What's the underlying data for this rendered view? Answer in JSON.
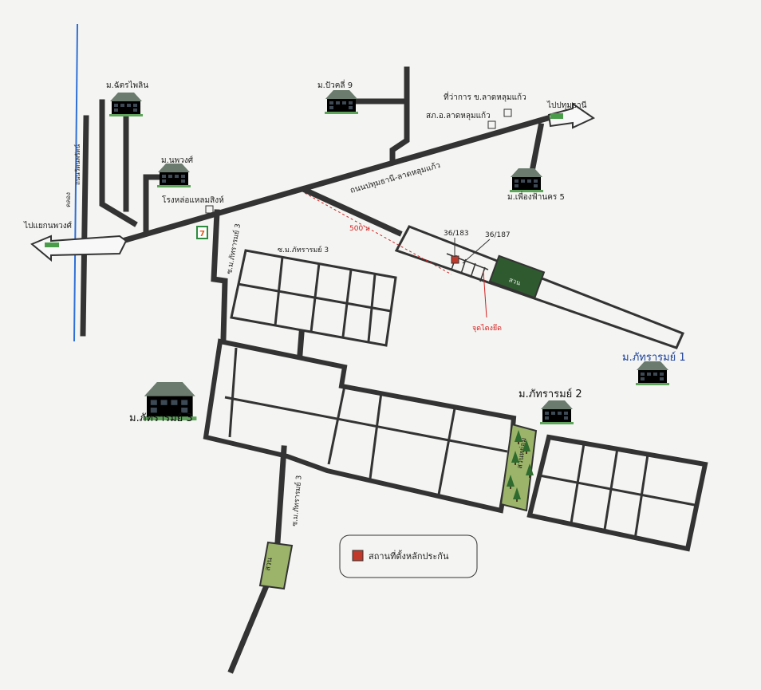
{
  "labels": {
    "m_chatchai": "ม.ฉัตรไพลิน",
    "m_puangkhwan": "ม.ปัวคลี่ 9",
    "office": "ที่ว่าการ ข.ลาดหลุมแก้ว",
    "police": "สภ.อ.ลาดหลุมแก้ว",
    "to_pathum": "ไปปทุมธานี",
    "road_main": "ถนนปทุมธานี-ลาดหลุมแก้ว",
    "m_phonglert": "ม.เพื่องฟ้านคร 5",
    "m_napawong": "ม.นพวงศ์",
    "factory": "โรงหล่อแหลมสิงห์",
    "to_left": "ไปแยกนพวงศ์",
    "canal": "คลอง",
    "road_left": "ถนนวัดนพรัตน์",
    "distance": "500 ม",
    "addr1": "36/183",
    "addr2": "36/187",
    "park": "สวน",
    "soi_top": "ซ.ม.ภัทรารมย์ 3",
    "soi_side": "ซ.ม.ภัทรารมย์ 3",
    "soi_bottom": "ซ.ม.ภัทรารมย์ 3",
    "point": "จุดไตงยึด",
    "m_pattara1": "ม.ภัทรารมย์ 1",
    "m_pattara2": "ม.ภัทรารมย์ 2",
    "m_pattara3": "ม.ภัทรารมย์ 3",
    "garden": "สวนหย่อม",
    "park_bottom": "สวน",
    "store_badge": "7"
  },
  "legend": {
    "text": "สถานที่ตั้งหลักประกัน"
  },
  "colors": {
    "road": "#333333",
    "canal": "#2e6fd6",
    "park": "#2f5a2f",
    "marker": "#c0392b",
    "label_blue": "#1a3f9a",
    "annotation_red": "#d42020"
  }
}
